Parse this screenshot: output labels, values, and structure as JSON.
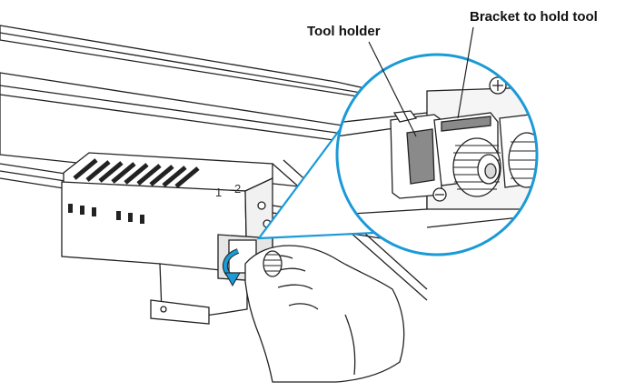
{
  "callouts": {
    "tool_holder": "Tool holder",
    "bracket": "Bracket to hold tool"
  },
  "markings": {
    "slot_1": "1",
    "slot_2": "2"
  },
  "colors": {
    "accent": "#1a9ad6",
    "line": "#222222",
    "shade": "#d9d9d9",
    "dark_shade": "#8a8a8a"
  }
}
